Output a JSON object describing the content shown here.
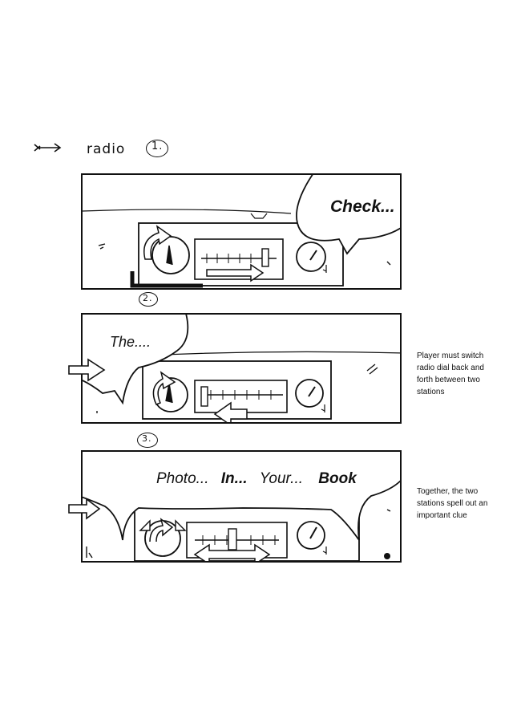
{
  "header": {
    "title": "radio",
    "page_number": "1."
  },
  "panels": [
    {
      "marker": "",
      "speech": "Check..."
    },
    {
      "marker": "2.",
      "speech": "The....",
      "note": "Player must switch radio dial back and forth between two stations"
    },
    {
      "marker": "3.",
      "speech_words": [
        "Photo...",
        "In...",
        "Your...",
        "Book"
      ],
      "note": "Together, the two stations spell out an important clue"
    }
  ]
}
